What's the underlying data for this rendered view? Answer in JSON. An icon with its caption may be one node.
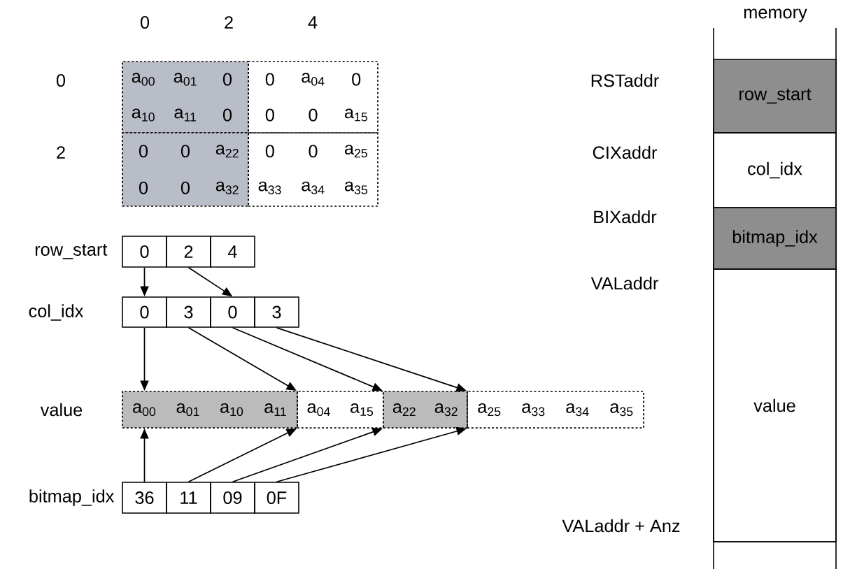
{
  "diagram": {
    "nodes": [
      {
        "text": [
          "a$_{00}$",
          "a$_{01}$",
          "0",
          "a$_{10}$",
          "a$_{11}$",
          "0"
        ]
      },
      {
        "text": [
          "0",
          "a$_{04}$",
          "0",
          "0",
          "0",
          "a$_{15}$"
        ]
      },
      {
        "text": [
          "0",
          "0",
          "a$_{22}$",
          "0",
          "0",
          "a$_{32}$"
        ]
      },
      {
        "text": [
          "0",
          "0",
          "a$_{25}$",
          "a$_{33}$",
          "a$_{34}$",
          "a$_{35}$"
        ]
      },
      {
        "text": [
          "0"
        ]
      },
      {
        "text": [
          "2"
        ]
      },
      {
        "text": [
          "4"
        ]
      },
      {
        "text": [
          "0"
        ]
      },
      {
        "text": [
          "3"
        ]
      },
      {
        "text": [
          "0"
        ]
      },
      {
        "text": [
          "3"
        ]
      },
      {
        "text": [
          "a$_{00}$",
          "a$_{01}$",
          "a$_{10}$",
          "a$_{11}$"
        ]
      },
      {
        "text": [
          "a$_{04}$",
          "a$_{15}$"
        ]
      },
      {
        "text": [
          "a$_{22}$",
          "a$_{32}$"
        ]
      },
      {
        "text": [
          "a$_{25}$",
          "a$_{33}$",
          "a$_{34}$",
          "a$_{35}$"
        ]
      },
      {
        "text": [
          "36"
        ]
      },
      {
        "text": [
          "11"
        ]
      },
      {
        "text": [
          "09"
        ]
      },
      {
        "text": [
          "0F"
        ]
      },
      {
        "text": [
          "row_start"
        ]
      },
      {
        "text": [
          "col_idx"
        ]
      },
      {
        "text": [
          "bitmap_idx"
        ]
      },
      {
        "text": [
          "value"
        ]
      }
    ],
    "edges": [
      {
        "from": 4,
        "to": 7,
        "arrow": "to"
      },
      {
        "from": 5,
        "to": 9,
        "arrow": "to"
      },
      {
        "from": 7,
        "to": 11,
        "arrow": "to"
      },
      {
        "from": 8,
        "to": 12,
        "arrow": "to"
      },
      {
        "from": 9,
        "to": 13,
        "arrow": "to"
      },
      {
        "from": 10,
        "to": 14,
        "arrow": "to"
      },
      {
        "from": 15,
        "to": 11,
        "arrow": "to"
      },
      {
        "from": 16,
        "to": 12,
        "arrow": "to"
      },
      {
        "from": 17,
        "to": 13,
        "arrow": "to"
      },
      {
        "from": 18,
        "to": 14,
        "arrow": "to"
      }
    ],
    "labels": [
      "memory",
      "0",
      "2",
      "4",
      "0",
      "RSTaddr",
      "2",
      "CIXaddr",
      "BIXaddr",
      "row_start",
      "VALaddr",
      "col_idx",
      "value",
      "bitmap_idx",
      "VALaddr + Anz"
    ]
  }
}
